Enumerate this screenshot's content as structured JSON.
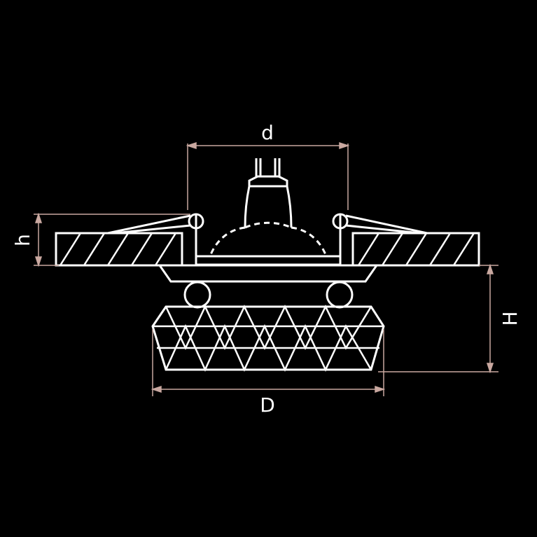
{
  "diagram": {
    "background_color": "#000000",
    "line_color": "#ffffff",
    "dimension_line_color": "#c9a8a0",
    "labels": {
      "d": "d",
      "h": "h",
      "H": "H",
      "D": "D"
    }
  }
}
